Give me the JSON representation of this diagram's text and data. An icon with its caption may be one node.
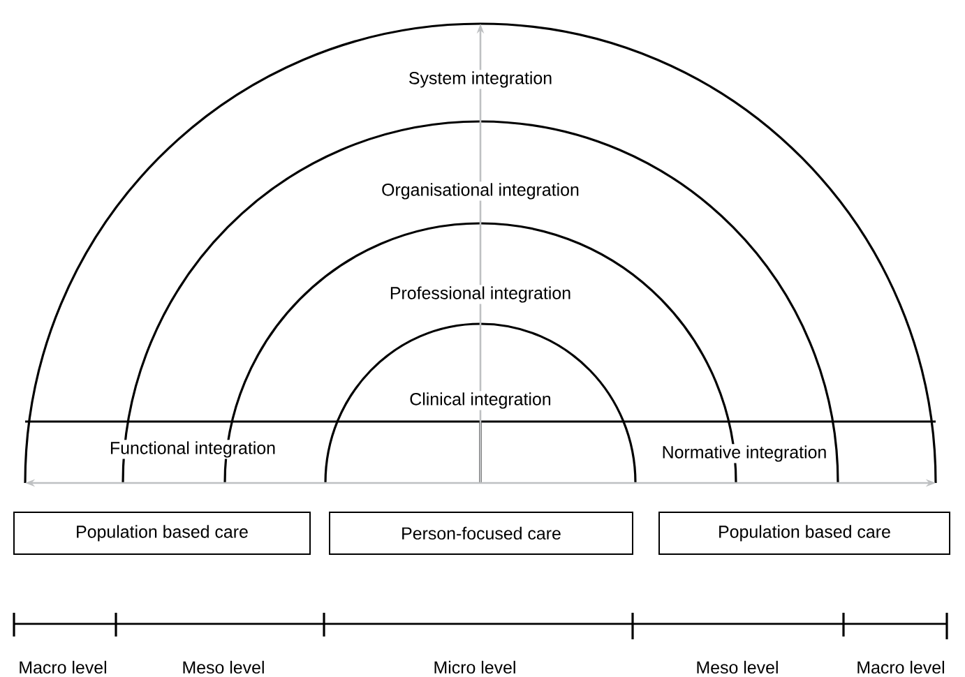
{
  "diagram": {
    "nodes": [
      {
        "text": [
          "Population based care"
        ]
      },
      {
        "text": [
          "Person-focused care"
        ]
      },
      {
        "text": [
          "Population based care"
        ]
      }
    ],
    "labels": [
      "System integration",
      "Organisational integration",
      "Professional integration",
      "Clinical integration",
      "Functional integration",
      "Normative integration",
      "Macro level",
      "Meso level",
      "Micro level",
      "Meso level",
      "Macro level"
    ]
  }
}
